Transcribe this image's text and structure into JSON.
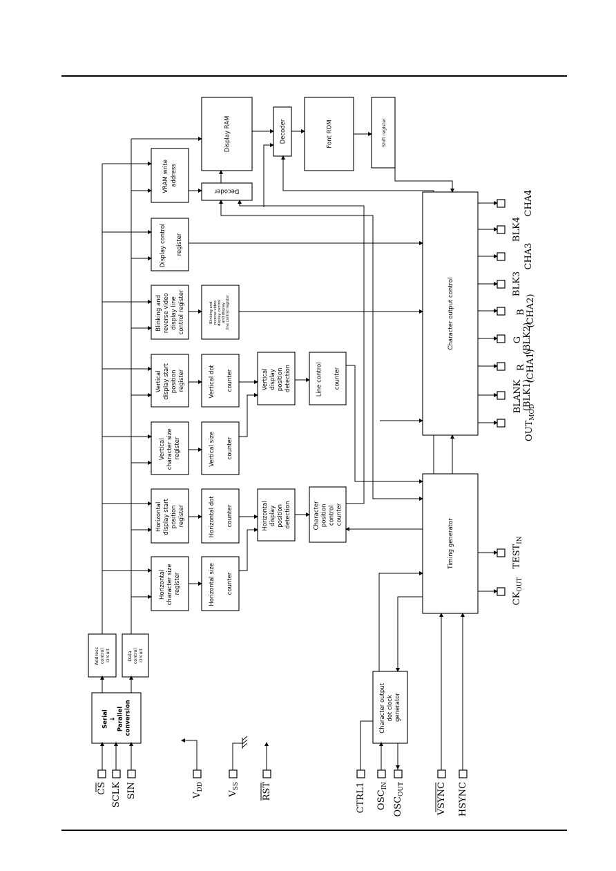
{
  "blocks": {
    "serial_parallel": [
      "Serial",
      "↓",
      "Parallel",
      "conversion"
    ],
    "address_control": [
      "Address",
      "control",
      "circuit"
    ],
    "data_control": [
      "Data",
      "control",
      "circuit"
    ],
    "h_char_size_reg": [
      "Horizontal",
      "character size",
      "register"
    ],
    "h_size_counter": [
      "Horizontal size",
      "counter"
    ],
    "h_disp_start_reg": [
      "Horizontal",
      "display start",
      "position",
      "register"
    ],
    "h_dot_counter": [
      "Horizontal dot",
      "counter"
    ],
    "h_disp_pos_det": [
      "Horizontal",
      "display",
      "position",
      "detection"
    ],
    "char_pos_ctrl_counter": [
      "Character",
      "position",
      "control",
      "counter"
    ],
    "v_char_size_reg": [
      "Vertical",
      "character size",
      "register"
    ],
    "v_size_counter": [
      "Vertical size",
      "counter"
    ],
    "v_disp_start_reg": [
      "Vertical",
      "display start",
      "position",
      "register"
    ],
    "v_dot_counter": [
      "Vertical dot",
      "counter"
    ],
    "v_disp_pos_det": [
      "Vertical",
      "display",
      "position",
      "detection"
    ],
    "line_ctrl_counter": [
      "Line control",
      "counter"
    ],
    "blink_rev_reg": [
      "Blinking and",
      "reverse video",
      "display line",
      "control register"
    ],
    "blink_rev_reg2": [
      "Blinking and",
      "reverse video",
      "display control",
      "and display",
      "line control register"
    ],
    "display_ctrl_reg": [
      "Display control",
      "register"
    ],
    "vram_write_addr": [
      "VRAM write",
      "address"
    ],
    "decoder_small": "Decoder",
    "display_ram": "Display RAM",
    "decoder_mid": "Decoder",
    "font_rom": "Font ROM",
    "shift_register": "Shift register",
    "char_output_control": "Character output control",
    "timing_generator": "Timing generator",
    "dot_clock_gen": [
      "Character output",
      "dot clock",
      "generator"
    ]
  },
  "pins_left": [
    {
      "main": "CS",
      "overline": true
    },
    {
      "main": "SCLK"
    },
    {
      "main": "SIN"
    },
    {
      "main": "V",
      "sub": "DD"
    },
    {
      "main": "V",
      "sub": "SS"
    },
    {
      "main": "RST",
      "overline": true
    },
    {
      "main": "CTRL1"
    },
    {
      "main": "OSC",
      "sub": "IN"
    },
    {
      "main": "OSC",
      "sub": "OUT"
    },
    {
      "main": "VSYNC",
      "overline": true
    },
    {
      "main": "HSYNC"
    }
  ],
  "pins_right": [
    {
      "main": "CK",
      "sub": "OUT"
    },
    {
      "main": "TEST",
      "sub": "IN"
    },
    {
      "main": "OUT",
      "sub": "MOD"
    },
    {
      "main": "BLANK",
      "alt": "(BLK1)"
    },
    {
      "main": "R",
      "alt": "(CHA1)"
    },
    {
      "main": "G",
      "alt": "(BLK2)"
    },
    {
      "main": "B",
      "alt": "(CHA2)"
    },
    {
      "main": "BLK3"
    },
    {
      "main": "CHA3"
    },
    {
      "main": "BLK4"
    },
    {
      "main": "CHA4"
    }
  ]
}
